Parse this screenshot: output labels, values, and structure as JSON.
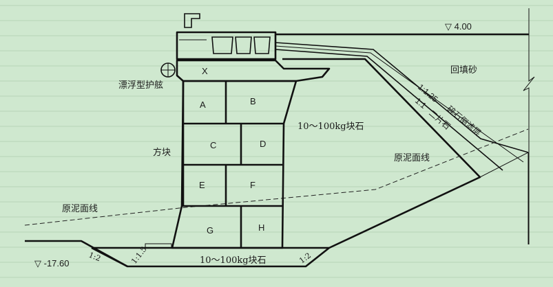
{
  "diagram": {
    "elevation_top": "▽ 4.00",
    "elevation_bottom": "▽ -17.60",
    "blocks": [
      "X",
      "A",
      "B",
      "C",
      "D",
      "E",
      "F",
      "G",
      "H"
    ],
    "labels": {
      "floating_fender": "漂浮型护舷",
      "square_blocks": "方块",
      "rubble_upper": "10～100kg块石",
      "rubble_lower": "10～100kg块石",
      "backfill_sand": "回填砂",
      "gravel_filter": "碎石倒滤层",
      "riprap": "二片石",
      "mud_line_left": "原泥面线",
      "mud_line_right": "原泥面线"
    },
    "slopes": {
      "slope_filter": "1:1.25",
      "slope_riprap": "1:1",
      "slope_toe_left": "1:2",
      "slope_bed_left": "1:1.5",
      "slope_bed_right": "1:2"
    }
  }
}
